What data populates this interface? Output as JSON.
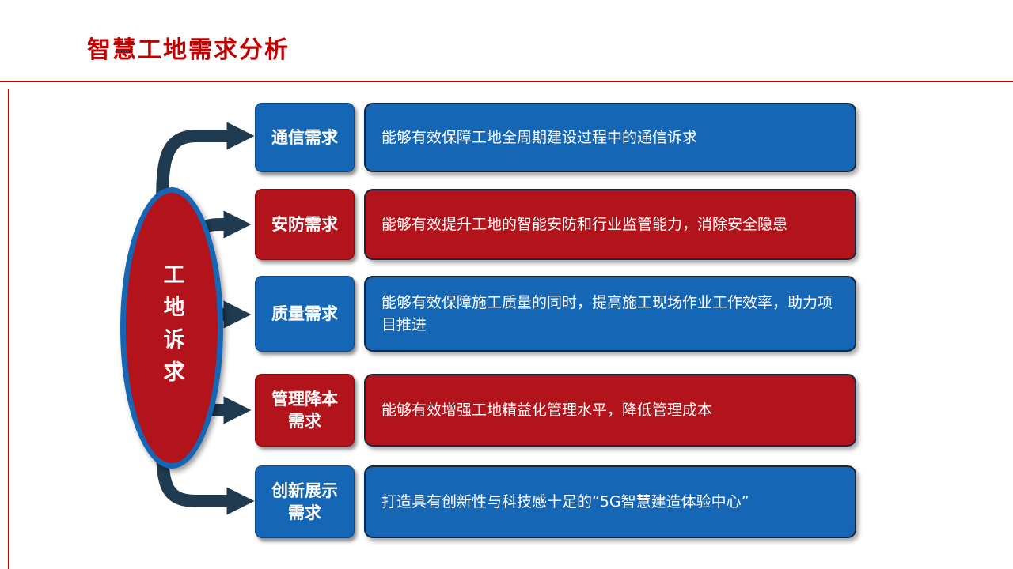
{
  "slide": {
    "title": "智慧工地需求分析"
  },
  "hub": {
    "label": "工地诉求"
  },
  "rows": [
    {
      "tone": "blue",
      "label": "通信需求",
      "desc": "能够有效保障工地全周期建设过程中的通信诉求"
    },
    {
      "tone": "red",
      "label": "安防需求",
      "desc": "能够有效提升工地的智能安防和行业监管能力，消除安全隐患"
    },
    {
      "tone": "blue",
      "label": "质量需求",
      "desc": "能够有效保障施工质量的同时，提高施工现场作业工作效率，助力项目推进"
    },
    {
      "tone": "red",
      "label": "管理降本需求",
      "desc": "能够有效增强工地精益化管理水平，降低管理成本"
    },
    {
      "tone": "blue",
      "label": "创新展示需求",
      "desc": "打造具有创新性与科技感十足的“5G智慧建造体验中心”"
    }
  ],
  "colors": {
    "title_red": "#C00000",
    "box_red": "#B3131A",
    "box_blue": "#1566B4",
    "arrow_navy": "#203A50",
    "border_navy": "#15273F"
  }
}
